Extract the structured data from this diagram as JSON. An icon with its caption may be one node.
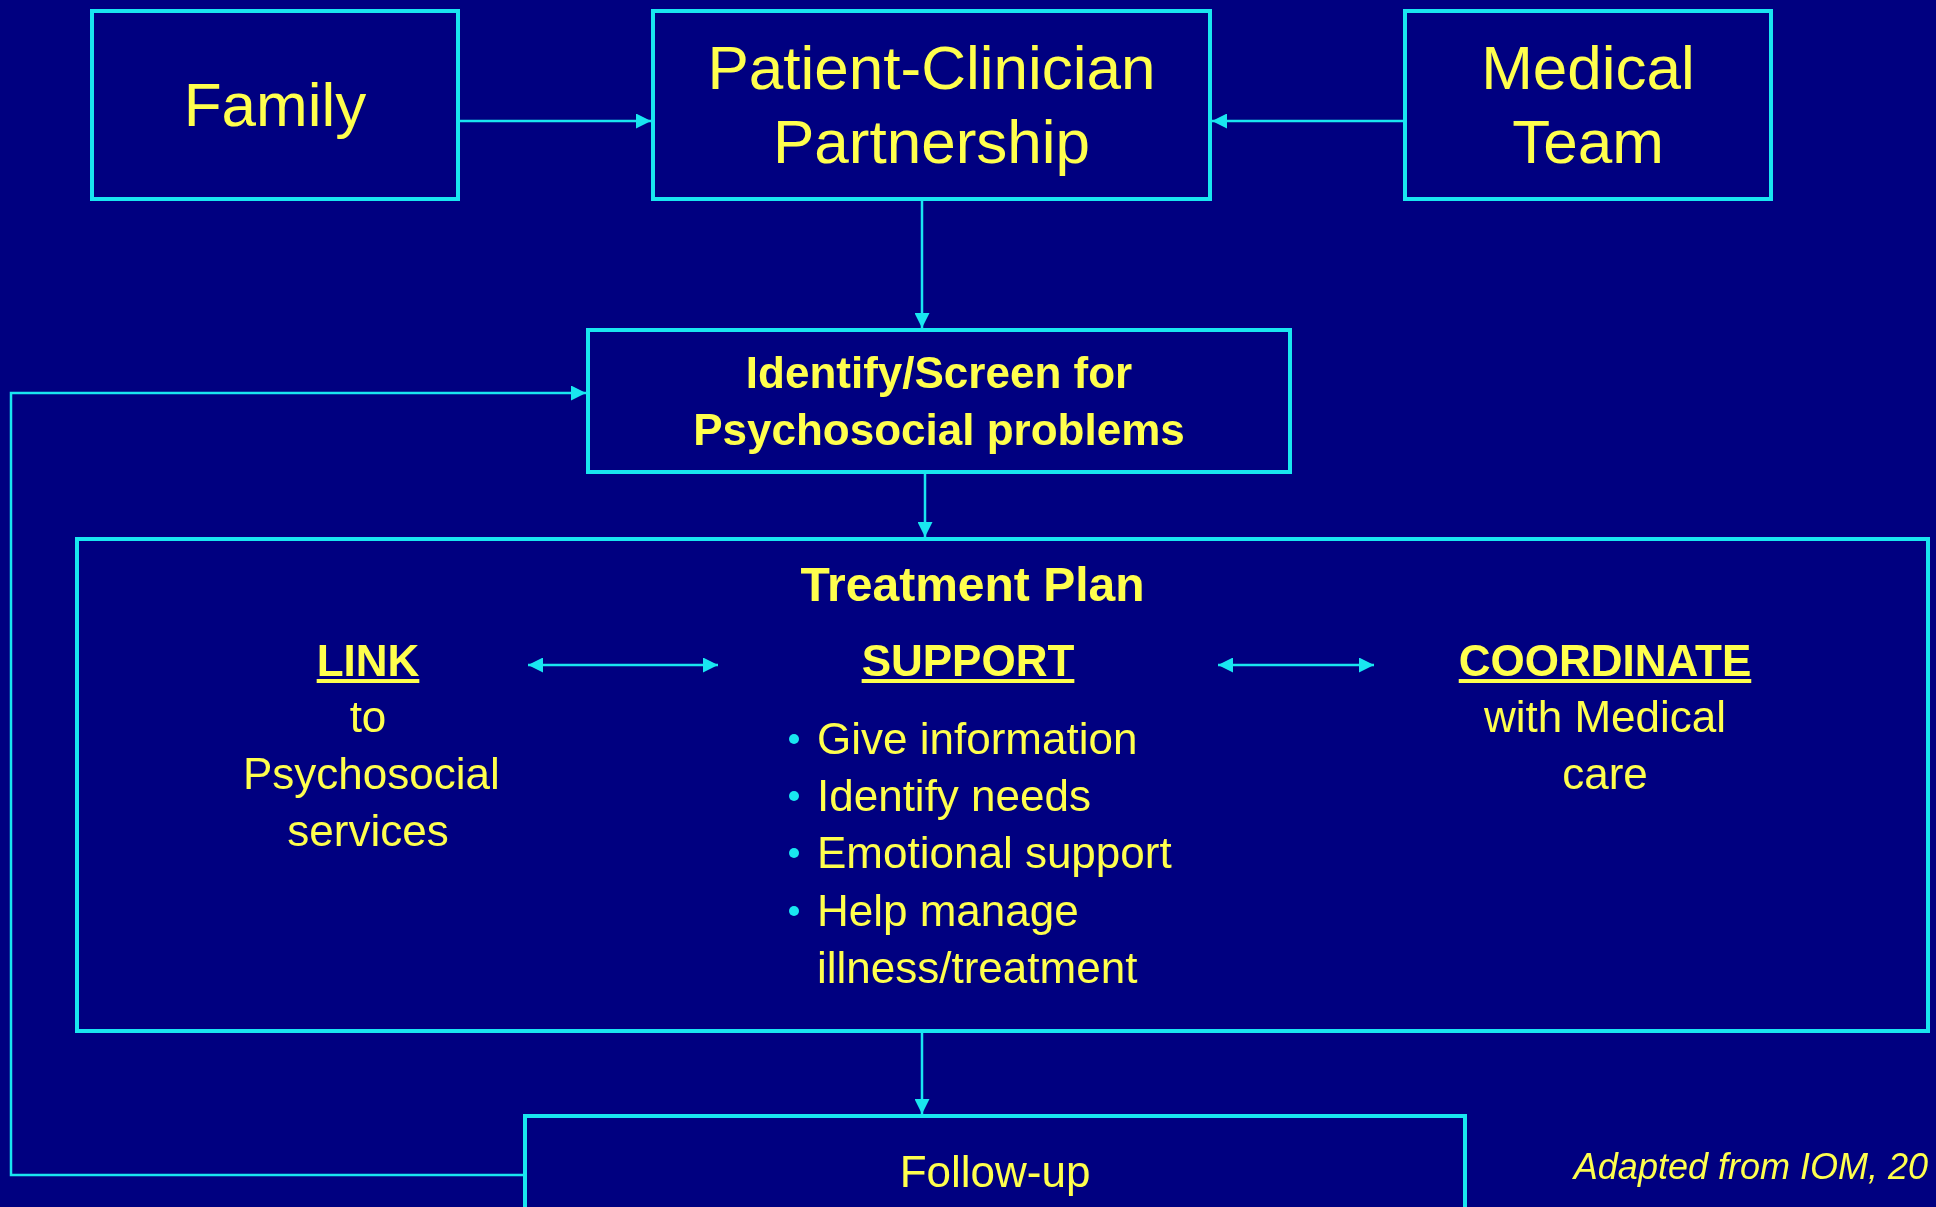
{
  "diagram": {
    "nodes": [
      {
        "text": [
          "Family"
        ]
      },
      {
        "text": [
          "Patient-Clinician Partnership"
        ]
      },
      {
        "text": [
          "Medical Team"
        ]
      },
      {
        "text": [
          "Identify/Screen for Psychosocial problems"
        ]
      },
      {
        "text": [
          "Treatment Plan"
        ]
      },
      {
        "text": [
          "LINK",
          "to Psychosocial services"
        ],
        "in": 4
      },
      {
        "text": [
          "SUPPORT",
          "Give information",
          "Identify needs",
          "Emotional support",
          "Help manage illness/treatment"
        ],
        "in": 4
      },
      {
        "text": [
          "COORDINATE",
          "with Medical care"
        ],
        "in": 4
      },
      {
        "text": [
          "Follow-up"
        ]
      }
    ],
    "edges": [
      {
        "from": 0,
        "to": 1,
        "arrow": "to"
      },
      {
        "from": 2,
        "to": 1,
        "arrow": "to"
      },
      {
        "from": 1,
        "to": 3,
        "arrow": "to"
      },
      {
        "from": 3,
        "to": 4,
        "arrow": "to"
      },
      {
        "from": 5,
        "to": 6,
        "arrow": "both"
      },
      {
        "from": 6,
        "to": 7,
        "arrow": "both"
      },
      {
        "from": 4,
        "to": 8,
        "arrow": "to"
      },
      {
        "from": 8,
        "to": 3,
        "arrow": "to"
      }
    ],
    "labels": [
      "Adapted from IOM, 20"
    ]
  }
}
